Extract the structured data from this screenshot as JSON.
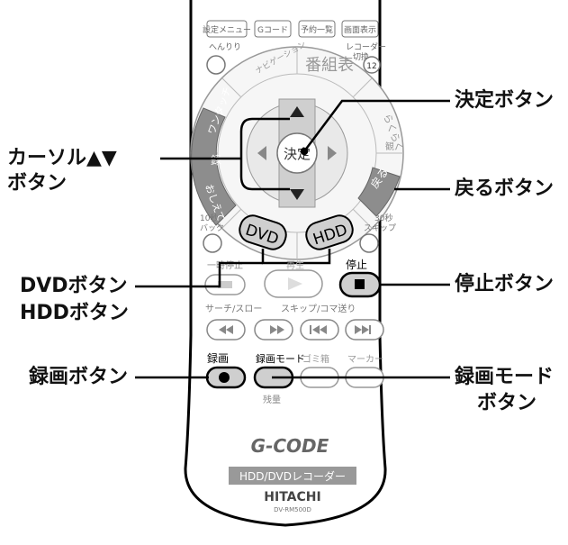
{
  "remote": {
    "top_buttons": [
      "設定メニュー",
      "Gコード",
      "予約一覧",
      "画面表示"
    ],
    "top_left_label": "へんりり",
    "recorder_label_1": "レコーダー",
    "recorder_label_2": "切換",
    "recorder_number": "12",
    "ring_top": "番組表",
    "ring_nav": "ナビゲーション",
    "ring_left_1": "ワンタッチ",
    "ring_left_2": "録",
    "ring_left_3": "おしえて",
    "ring_right_1": "らくらく",
    "ring_right_2": "観",
    "return_label": "戻る",
    "center_label": "決定",
    "skip_back_1": "10秒",
    "skip_back_2": "バック",
    "skip_fwd_1": "30秒",
    "skip_fwd_2": "スキップ",
    "dvd_label": "DVD",
    "hdd_label": "HDD",
    "pause_label": "一時停止",
    "play_label": "再生",
    "stop_label": "停止",
    "search_label": "サーチ/スロー",
    "skip_label": "スキップ/コマ送り",
    "rec_label": "録画",
    "rec_mode_label": "録画モード",
    "trash_label": "ゴミ箱",
    "marker_label": "マーカー",
    "remain_label": "残量",
    "gcode_logo": "G-CODE",
    "product_banner": "HDD/DVDレコーダー",
    "brand": "HITACHI",
    "model": "DV-RM500D"
  },
  "callouts": {
    "enter_button": "決定ボタン",
    "cursor_buttons_1": "カーソル▲▼",
    "cursor_buttons_2": "ボタン",
    "return_button": "戻るボタン",
    "dvd_button": "DVDボタン",
    "hdd_button": "HDDボタン",
    "stop_button": "停止ボタン",
    "rec_button": "録画ボタン",
    "rec_mode_button_1": "録画モード",
    "rec_mode_button_2": "ボタン"
  }
}
